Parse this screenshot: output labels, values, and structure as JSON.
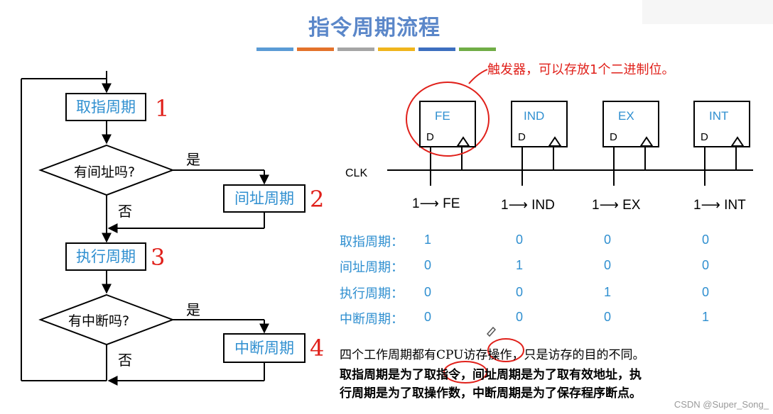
{
  "title": "指令周期流程",
  "stripe_colors": [
    "#5b9bd5",
    "#e3722b",
    "#a5a5a5",
    "#f0b51d",
    "#3d6fbf",
    "#70ad47"
  ],
  "flowchart": {
    "fetch": "取指周期",
    "indirect_question": "有间址吗?",
    "indirect": "间址周期",
    "execute": "执行周期",
    "interrupt_question": "有中断吗?",
    "interrupt": "中断周期",
    "yes": "是",
    "no": "否",
    "handwritten_marks": [
      "1",
      "2",
      "3",
      "4"
    ]
  },
  "annotation": "触发器，可以存放1个二进制位。",
  "flip_flops": [
    {
      "name": "FE",
      "input": "D",
      "assign": "1⟶ FE"
    },
    {
      "name": "IND",
      "input": "D",
      "assign": "1⟶ IND"
    },
    {
      "name": "EX",
      "input": "D",
      "assign": "1⟶ EX"
    },
    {
      "name": "INT",
      "input": "D",
      "assign": "1⟶ INT"
    }
  ],
  "clock_label": "CLK",
  "state_table": {
    "rows": [
      {
        "label": "取指周期：",
        "values": [
          "1",
          "0",
          "0",
          "0"
        ]
      },
      {
        "label": "间址周期：",
        "values": [
          "0",
          "1",
          "0",
          "0"
        ]
      },
      {
        "label": "执行周期：",
        "values": [
          "0",
          "0",
          "1",
          "0"
        ]
      },
      {
        "label": "中断周期：",
        "values": [
          "0",
          "0",
          "0",
          "1"
        ]
      }
    ]
  },
  "notes": {
    "line1": "四个工作周期都有CPU访存操作，只是访存的目的不同。",
    "line2": "取指周期是为了取指令，间址周期是为了取有效地址，执",
    "line3": "行周期是为了取操作数，中断周期是为了保存程序断点。"
  },
  "watermark": "CSDN @Super_Song_"
}
